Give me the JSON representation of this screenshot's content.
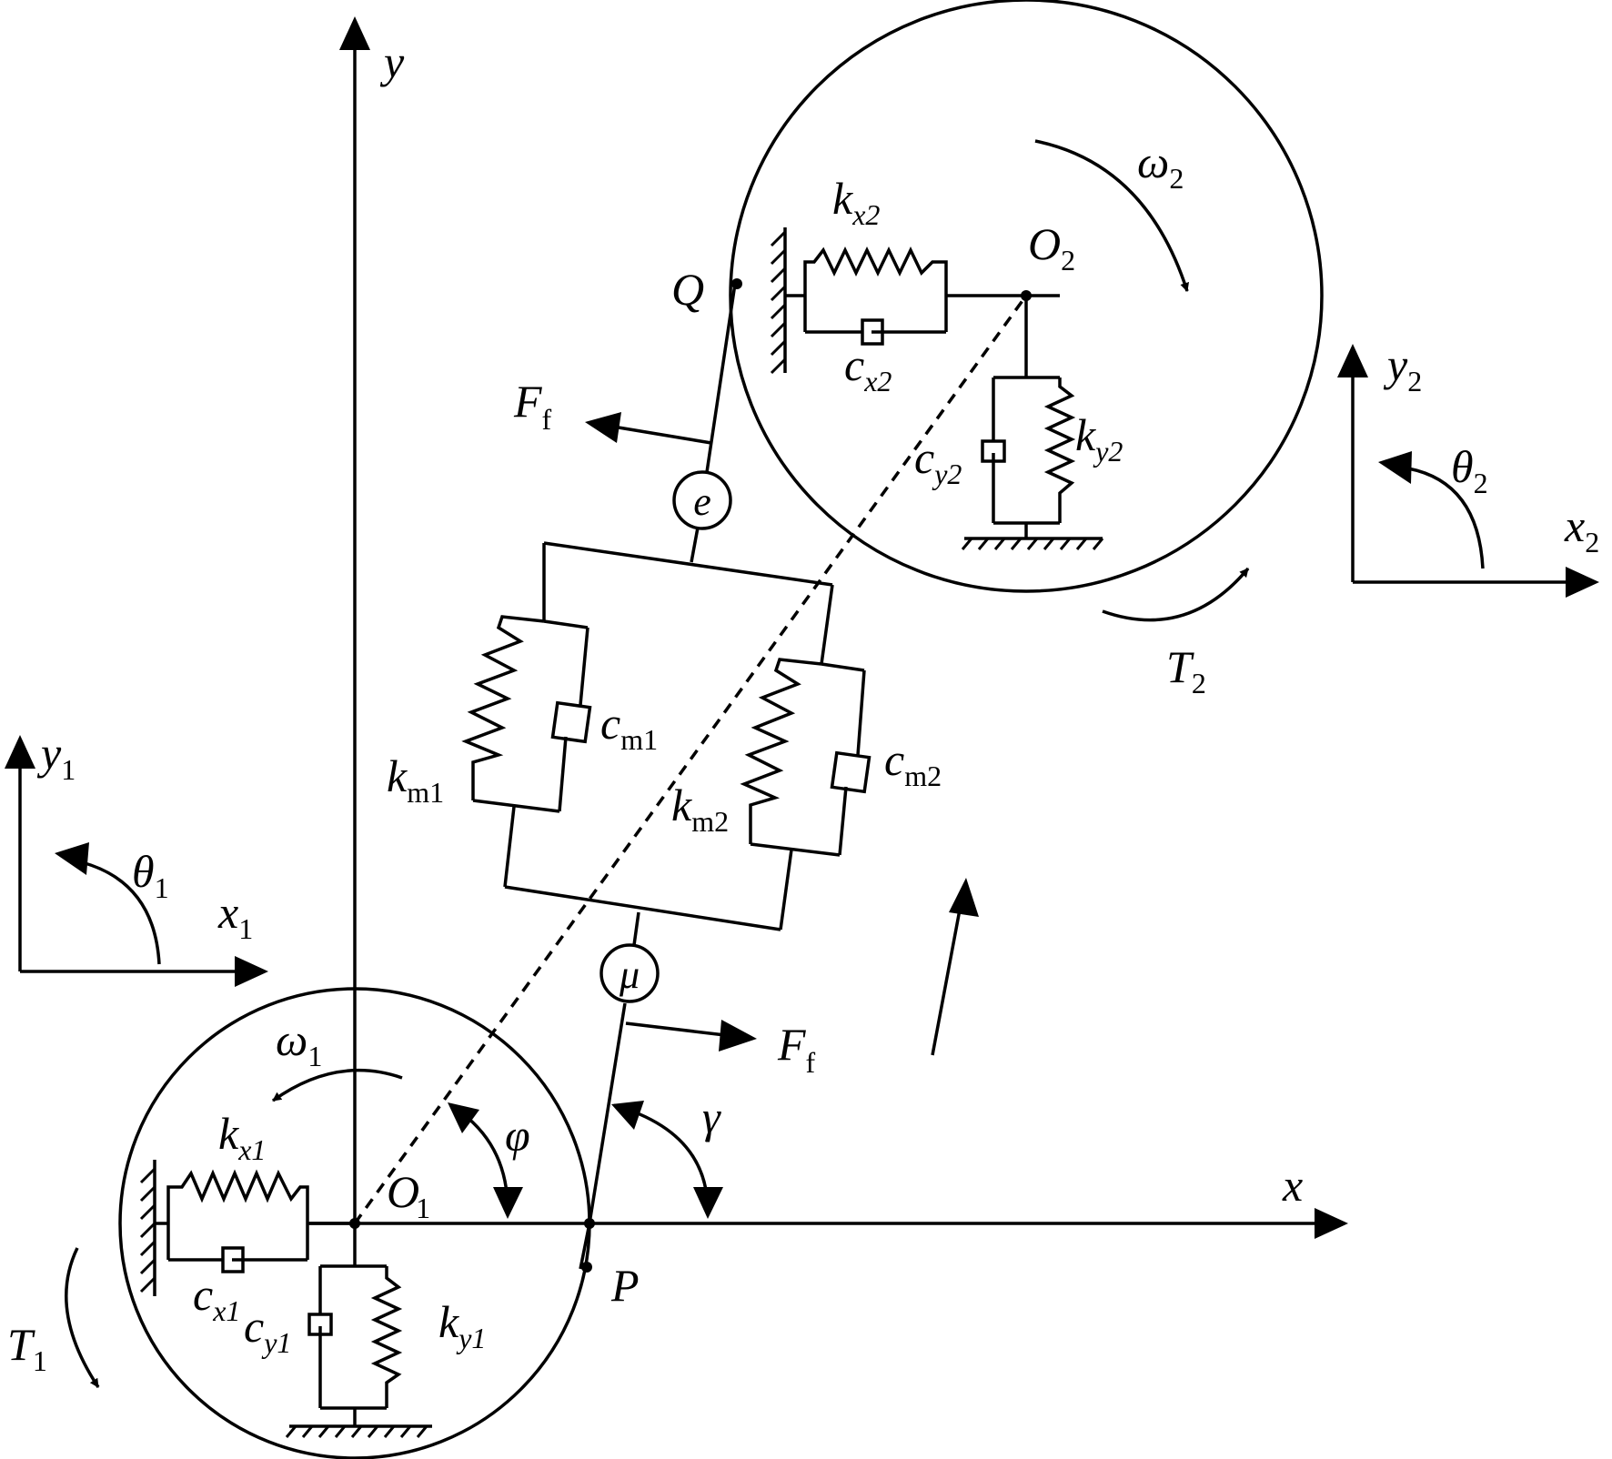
{
  "labels": {
    "y": "y",
    "x": "x",
    "y1_main": "y",
    "y1_sub": "1",
    "x1_main": "x",
    "x1_sub": "1",
    "theta1_main": "θ",
    "theta1_sub": "1",
    "y2_main": "y",
    "y2_sub": "2",
    "x2_main": "x",
    "x2_sub": "2",
    "theta2_main": "θ",
    "theta2_sub": "2",
    "omega1_main": "ω",
    "omega1_sub": "1",
    "omega2_main": "ω",
    "omega2_sub": "2",
    "T1_main": "T",
    "T1_sub": "1",
    "T2_main": "T",
    "T2_sub": "2",
    "O1_main": "O",
    "O1_sub": "1",
    "O2_main": "O",
    "O2_sub": "2",
    "Q": "Q",
    "P": "P",
    "Ff_top_main": "F",
    "Ff_top_sub": "f",
    "Ff_bottom_main": "F",
    "Ff_bottom_sub": "f",
    "e": "e",
    "mu": "μ",
    "phi": "φ",
    "gamma": "γ",
    "kx1_main": "k",
    "kx1_sub": "x1",
    "cx1_main": "c",
    "cx1_sub": "x1",
    "ky1_main": "k",
    "ky1_sub": "y1",
    "cy1_main": "c",
    "cy1_sub": "y1",
    "kx2_main": "k",
    "kx2_sub": "x2",
    "cx2_main": "c",
    "cx2_sub": "x2",
    "ky2_main": "k",
    "ky2_sub": "y2",
    "cy2_main": "c",
    "cy2_sub": "y2",
    "km1_main": "k",
    "km1_sub": "m1",
    "cm1_main": "c",
    "cm1_sub": "m1",
    "km2_main": "k",
    "km2_sub": "m2",
    "cm2_main": "c",
    "cm2_sub": "m2"
  }
}
